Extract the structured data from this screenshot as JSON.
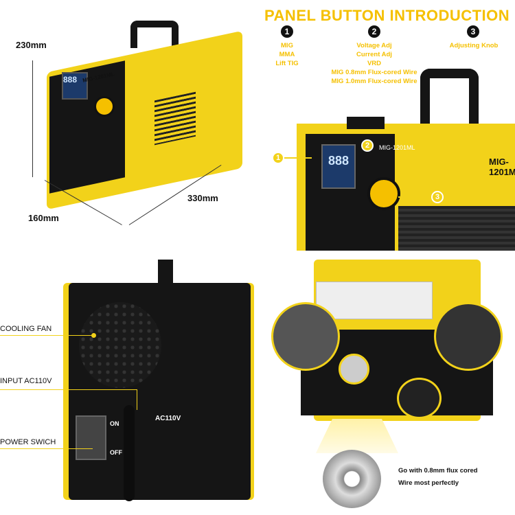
{
  "dimensions": {
    "height": "230mm",
    "depth": "160mm",
    "width": "330mm"
  },
  "model": "MIG-1201ML",
  "display_digits": "888",
  "panel_intro": {
    "title": "PANEL BUTTON INTRODUCTION",
    "items": [
      {
        "number": "1",
        "lines": [
          "MIG",
          "MMA",
          "Lift TIG"
        ]
      },
      {
        "number": "2",
        "lines": [
          "Voltage Adj",
          "Current Adj",
          "VRD",
          "MIG 0.8mm Flux-cored Wire",
          "MIG 1.0mm Flux-cored Wire"
        ]
      },
      {
        "number": "3",
        "lines": [
          "Adjusting Knob"
        ]
      }
    ]
  },
  "callouts": [
    "1",
    "2",
    "3"
  ],
  "back_panel": {
    "cooling_fan": "COOLING FAN",
    "input": "INPUT AC110V",
    "power_switch": "POWER SWICH",
    "ac_label": "AC110V",
    "on": "ON",
    "off": "OFF"
  },
  "wire_note": [
    "Go with 0.8mm flux cored",
    "Wire most perfectly"
  ],
  "colors": {
    "accent": "#f5c000",
    "body_yellow": "#f2d21a",
    "body_black": "#151515"
  }
}
